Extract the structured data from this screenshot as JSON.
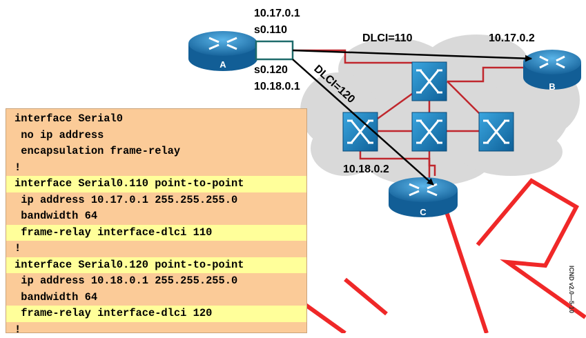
{
  "routers": {
    "a": {
      "label": "A"
    },
    "b": {
      "label": "B"
    },
    "c": {
      "label": "C"
    }
  },
  "addresses": {
    "a_ip1": "10.17.0.1",
    "a_if1": "s0.110",
    "a_if2": "s0.120",
    "a_ip2": "10.18.0.1",
    "b_ip": "10.17.0.2",
    "c_ip": "10.18.0.2"
  },
  "dlci": {
    "pvc_b": "DLCI=110",
    "pvc_c": "DLCI=120"
  },
  "config": {
    "lines": [
      {
        "text": "interface Serial0",
        "highlight": false
      },
      {
        "text": " no ip address",
        "highlight": false
      },
      {
        "text": " encapsulation frame-relay",
        "highlight": false
      },
      {
        "text": "!",
        "highlight": false
      },
      {
        "text": "interface Serial0.110 point-to-point",
        "highlight": true
      },
      {
        "text": " ip address 10.17.0.1 255.255.255.0",
        "highlight": false
      },
      {
        "text": " bandwidth 64",
        "highlight": false
      },
      {
        "text": " frame-relay interface-dlci 110",
        "highlight": true
      },
      {
        "text": "!",
        "highlight": false
      },
      {
        "text": "interface Serial0.120 point-to-point",
        "highlight": true
      },
      {
        "text": " ip address 10.18.0.1 255.255.255.0",
        "highlight": false
      },
      {
        "text": " bandwidth 64",
        "highlight": false
      },
      {
        "text": " frame-relay interface-dlci 120",
        "highlight": true
      },
      {
        "text": "!",
        "highlight": false
      }
    ]
  },
  "side_code": "ICND v2.0—5-10",
  "colors": {
    "router_blue": "#1f7fc0",
    "switch_blue": "#1a86c7",
    "cloud": "#d9d9d9",
    "pvc_red": "#c0272d",
    "config_bg": "#fbcb98",
    "highlight": "#ffff9a",
    "watermark": "#ee1111"
  },
  "icons": [
    "router-icon",
    "frame-relay-switch-icon",
    "cloud-shape",
    "pvc-arrow"
  ]
}
